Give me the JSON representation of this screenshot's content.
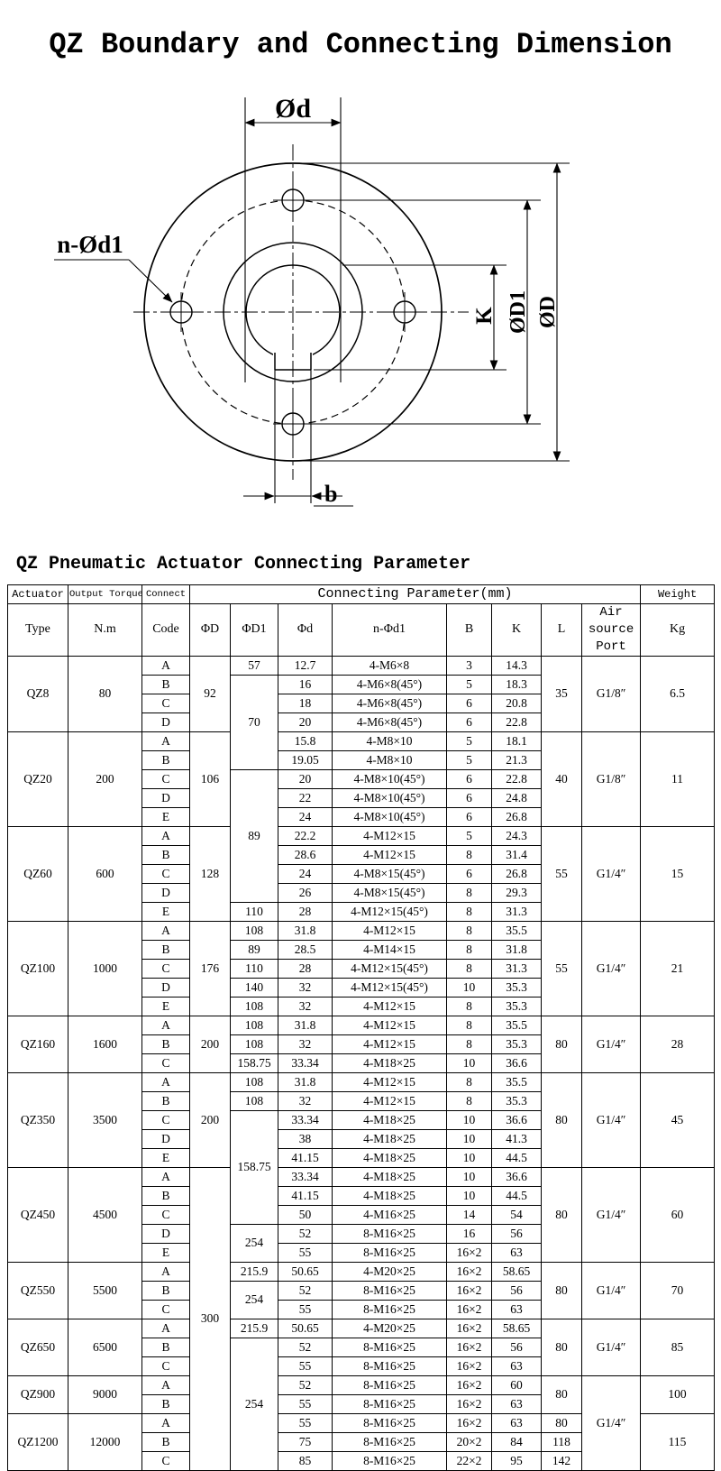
{
  "page": {
    "title": "QZ Boundary and Connecting Dimension",
    "subtitle": "QZ Pneumatic Actuator Connecting Parameter"
  },
  "colors": {
    "ink": "#000000",
    "background": "#ffffff"
  },
  "drawing": {
    "labels": {
      "top_diameter": "Ød",
      "bolt_holes": "n-Ød1",
      "key_depth": "K",
      "bolt_circle_diameter": "ØD1",
      "outer_diameter": "ØD",
      "keyway_width": "b"
    }
  },
  "table": {
    "header": [
      [
        {
          "t": "Actuator"
        },
        {
          "t": "Output Torque",
          "cls": "h-sm"
        },
        {
          "t": "Connect",
          "cls": "h-sm"
        },
        {
          "t": "Connecting Parameter(mm)",
          "cs": 8,
          "cls": "h-wide"
        },
        {
          "t": "Weight"
        }
      ],
      [
        "Type",
        "N.m",
        "Code",
        "ΦD",
        "ΦD1",
        "Φd",
        "n-Φd1",
        "B",
        "K",
        "L",
        {
          "t": "Air source\nPort",
          "cls": "h-port"
        },
        "Kg"
      ]
    ],
    "body": [
      [
        {
          "t": "QZ8",
          "rs": 4
        },
        {
          "t": "80",
          "rs": 4
        },
        "A",
        {
          "t": "92",
          "rs": 4
        },
        "57",
        "12.7",
        "4-M6×8",
        "3",
        "14.3",
        {
          "t": "35",
          "rs": 4
        },
        {
          "t": "G1/8″",
          "rs": 4
        },
        {
          "t": "6.5",
          "rs": 4
        }
      ],
      [
        "B",
        {
          "t": "70",
          "rs": 5
        },
        "16",
        "4-M6×8(45°)",
        "5",
        "18.3"
      ],
      [
        "C",
        "18",
        "4-M6×8(45°)",
        "6",
        "20.8"
      ],
      [
        "D",
        "20",
        "4-M6×8(45°)",
        "6",
        "22.8"
      ],
      [
        {
          "t": "QZ20",
          "rs": 5
        },
        {
          "t": "200",
          "rs": 5
        },
        "A",
        {
          "t": "106",
          "rs": 5
        },
        "15.8",
        "4-M8×10",
        "5",
        "18.1",
        {
          "t": "40",
          "rs": 5
        },
        {
          "t": "G1/8″",
          "rs": 5
        },
        {
          "t": "11",
          "rs": 5
        }
      ],
      [
        "B",
        "19.05",
        "4-M8×10",
        "5",
        "21.3"
      ],
      [
        "C",
        {
          "t": "89",
          "rs": 7
        },
        "20",
        "4-M8×10(45°)",
        "6",
        "22.8"
      ],
      [
        "D",
        "22",
        "4-M8×10(45°)",
        "6",
        "24.8"
      ],
      [
        "E",
        "24",
        "4-M8×10(45°)",
        "6",
        "26.8"
      ],
      [
        {
          "t": "QZ60",
          "rs": 5
        },
        {
          "t": "600",
          "rs": 5
        },
        "A",
        {
          "t": "128",
          "rs": 5
        },
        "22.2",
        "4-M12×15",
        "5",
        "24.3",
        {
          "t": "55",
          "rs": 5
        },
        {
          "t": "G1/4″",
          "rs": 5
        },
        {
          "t": "15",
          "rs": 5
        }
      ],
      [
        "B",
        "28.6",
        "4-M12×15",
        "8",
        "31.4"
      ],
      [
        "C",
        "24",
        "4-M8×15(45°)",
        "6",
        "26.8"
      ],
      [
        "D",
        "26",
        "4-M8×15(45°)",
        "8",
        "29.3"
      ],
      [
        "E",
        "110",
        "28",
        "4-M12×15(45°)",
        "8",
        "31.3"
      ],
      [
        {
          "t": "QZ100",
          "rs": 5
        },
        {
          "t": "1000",
          "rs": 5
        },
        "A",
        {
          "t": "176",
          "rs": 5
        },
        "108",
        "31.8",
        "4-M12×15",
        "8",
        "35.5",
        {
          "t": "55",
          "rs": 5
        },
        {
          "t": "G1/4″",
          "rs": 5
        },
        {
          "t": "21",
          "rs": 5
        }
      ],
      [
        "B",
        "89",
        "28.5",
        "4-M14×15",
        "8",
        "31.8"
      ],
      [
        "C",
        "110",
        "28",
        "4-M12×15(45°)",
        "8",
        "31.3"
      ],
      [
        "D",
        "140",
        "32",
        "4-M12×15(45°)",
        "10",
        "35.3"
      ],
      [
        "E",
        "108",
        "32",
        "4-M12×15",
        "8",
        "35.3"
      ],
      [
        {
          "t": "QZ160",
          "rs": 3
        },
        {
          "t": "1600",
          "rs": 3
        },
        "A",
        {
          "t": "200",
          "rs": 3
        },
        "108",
        "31.8",
        "4-M12×15",
        "8",
        "35.5",
        {
          "t": "80",
          "rs": 3
        },
        {
          "t": "G1/4″",
          "rs": 3
        },
        {
          "t": "28",
          "rs": 3
        }
      ],
      [
        "B",
        "108",
        "32",
        "4-M12×15",
        "8",
        "35.3"
      ],
      [
        "C",
        "158.75",
        "33.34",
        "4-M18×25",
        "10",
        "36.6"
      ],
      [
        {
          "t": "QZ350",
          "rs": 5
        },
        {
          "t": "3500",
          "rs": 5
        },
        "A",
        {
          "t": "200",
          "rs": 5
        },
        "108",
        "31.8",
        "4-M12×15",
        "8",
        "35.5",
        {
          "t": "80",
          "rs": 5
        },
        {
          "t": "G1/4″",
          "rs": 5
        },
        {
          "t": "45",
          "rs": 5
        }
      ],
      [
        "B",
        "108",
        "32",
        "4-M12×15",
        "8",
        "35.3"
      ],
      [
        "C",
        {
          "t": "158.75",
          "rs": 6
        },
        "33.34",
        "4-M18×25",
        "10",
        "36.6"
      ],
      [
        "D",
        "38",
        "4-M18×25",
        "10",
        "41.3"
      ],
      [
        "E",
        "41.15",
        "4-M18×25",
        "10",
        "44.5"
      ],
      [
        {
          "t": "QZ450",
          "rs": 5
        },
        {
          "t": "4500",
          "rs": 5
        },
        "A",
        {
          "t": "300",
          "rs": 16
        },
        "33.34",
        "4-M18×25",
        "10",
        "36.6",
        {
          "t": "80",
          "rs": 5
        },
        {
          "t": "G1/4″",
          "rs": 5
        },
        {
          "t": "60",
          "rs": 5
        }
      ],
      [
        "B",
        "41.15",
        "4-M18×25",
        "10",
        "44.5"
      ],
      [
        "C",
        "50",
        "4-M16×25",
        "14",
        "54"
      ],
      [
        "D",
        {
          "t": "254",
          "rs": 2
        },
        "52",
        "8-M16×25",
        "16",
        "56"
      ],
      [
        "E",
        "55",
        "8-M16×25",
        "16×2",
        "63"
      ],
      [
        {
          "t": "QZ550",
          "rs": 3
        },
        {
          "t": "5500",
          "rs": 3
        },
        "A",
        "215.9",
        "50.65",
        "4-M20×25",
        "16×2",
        "58.65",
        {
          "t": "80",
          "rs": 3
        },
        {
          "t": "G1/4″",
          "rs": 3
        },
        {
          "t": "70",
          "rs": 3
        }
      ],
      [
        "B",
        {
          "t": "254",
          "rs": 2
        },
        "52",
        "8-M16×25",
        "16×2",
        "56"
      ],
      [
        "C",
        "55",
        "8-M16×25",
        "16×2",
        "63"
      ],
      [
        {
          "t": "QZ650",
          "rs": 3
        },
        {
          "t": "6500",
          "rs": 3
        },
        "A",
        "215.9",
        "50.65",
        "4-M20×25",
        "16×2",
        "58.65",
        {
          "t": "80",
          "rs": 3
        },
        {
          "t": "G1/4″",
          "rs": 3
        },
        {
          "t": "85",
          "rs": 3
        }
      ],
      [
        "B",
        {
          "t": "254",
          "rs": 7
        },
        "52",
        "8-M16×25",
        "16×2",
        "56"
      ],
      [
        "C",
        "55",
        "8-M16×25",
        "16×2",
        "63"
      ],
      [
        {
          "t": "QZ900",
          "rs": 2
        },
        {
          "t": "9000",
          "rs": 2
        },
        "A",
        "52",
        "8-M16×25",
        "16×2",
        "60",
        {
          "t": "80",
          "rs": 2
        },
        {
          "t": "G1/4″",
          "rs": 5
        },
        {
          "t": "100",
          "rs": 2
        }
      ],
      [
        "B",
        "55",
        "8-M16×25",
        "16×2",
        "63"
      ],
      [
        {
          "t": "QZ1200",
          "rs": 3
        },
        {
          "t": "12000",
          "rs": 3
        },
        "A",
        "55",
        "8-M16×25",
        "16×2",
        "63",
        "80",
        {
          "t": "115",
          "rs": 3
        }
      ],
      [
        "B",
        "75",
        "8-M16×25",
        "20×2",
        "84",
        "118"
      ],
      [
        "C",
        "85",
        "8-M16×25",
        "22×2",
        "95",
        "142"
      ]
    ]
  }
}
